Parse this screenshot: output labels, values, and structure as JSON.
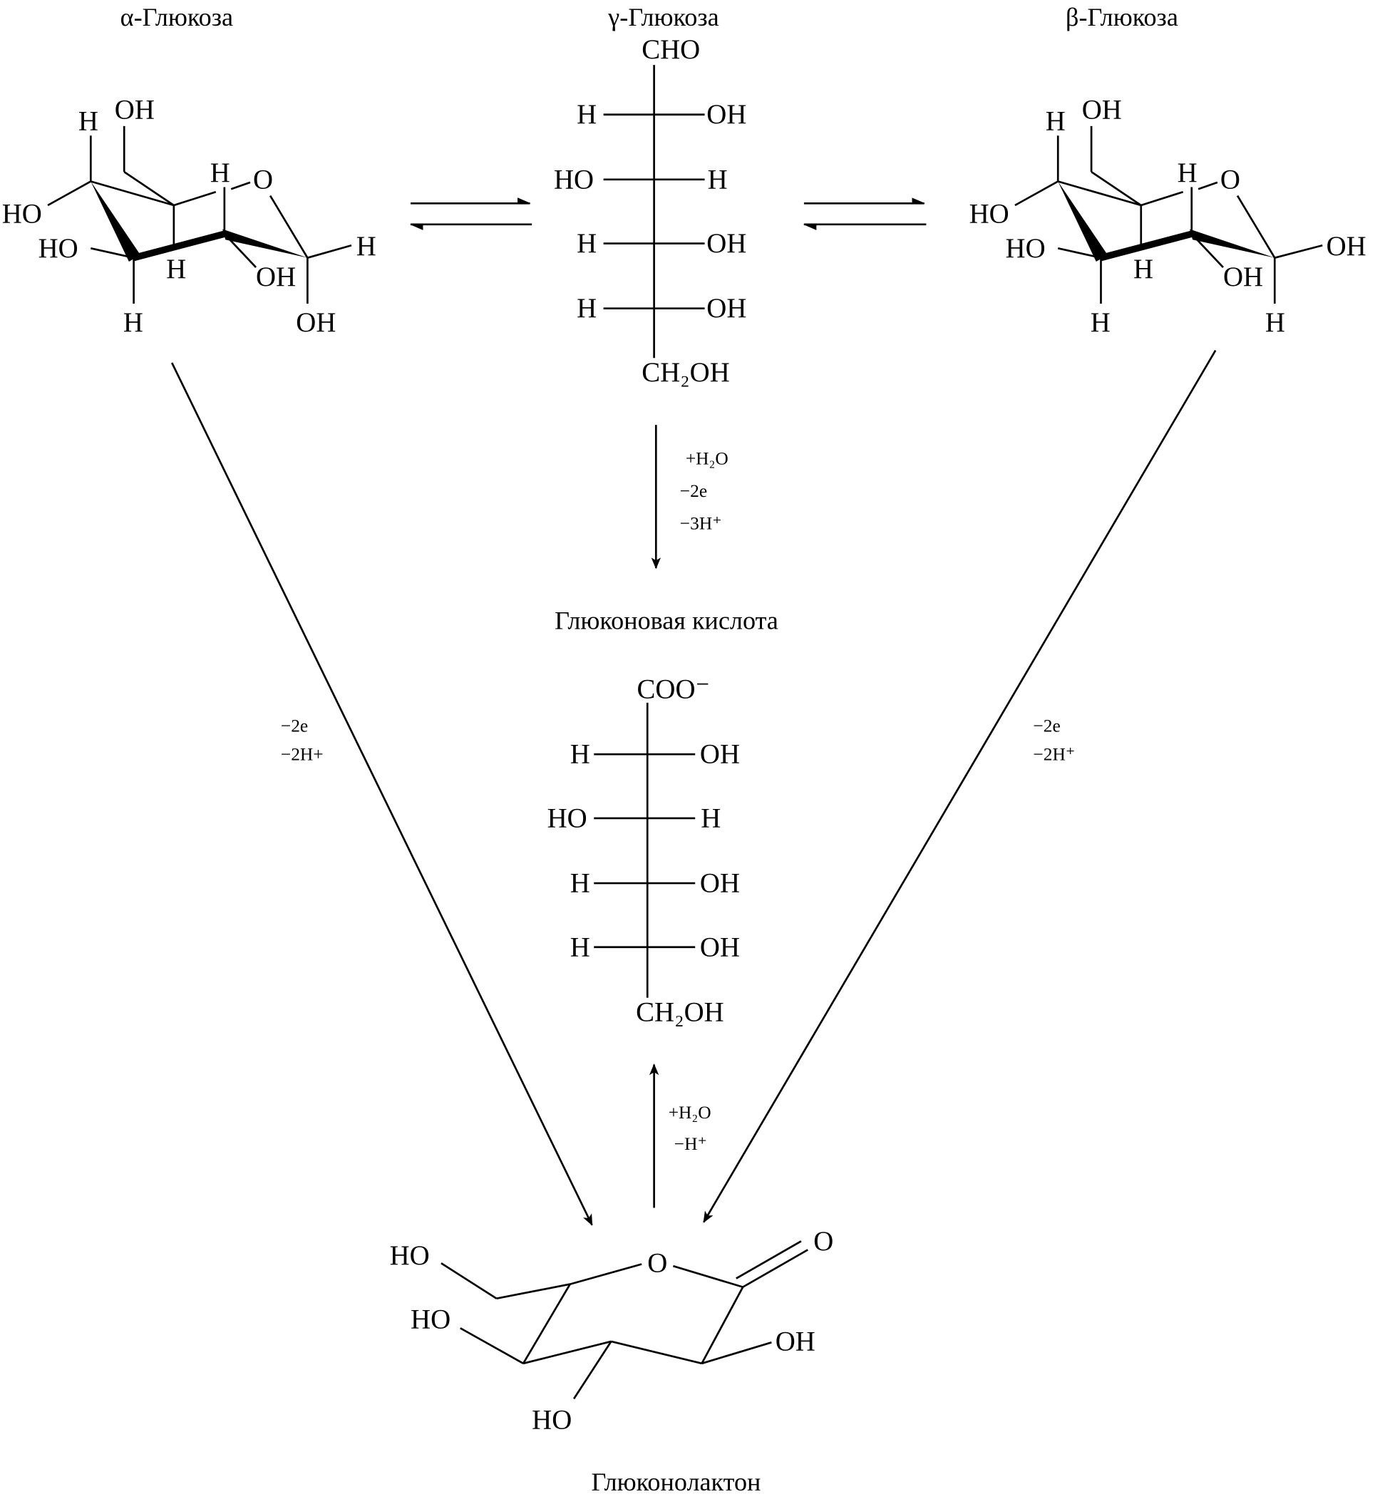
{
  "titles": {
    "alpha": "α-Глюкоза",
    "gamma": "γ-Глюкоза",
    "beta": "β-Глюкоза",
    "gluconic": "Глюконовая кислота",
    "lactone": "Глюконолактон"
  },
  "alpha": {
    "h_top": "H",
    "oh_top": "OH",
    "ho_c4": "HO",
    "h_ring": "H",
    "o_ring": "O",
    "ho_c3": "HO",
    "h_c5": "H",
    "oh_c2": "OH",
    "c1_right": "H",
    "h_c3": "H",
    "c1_down": "OH"
  },
  "beta": {
    "h_top": "H",
    "oh_top": "OH",
    "ho_c4": "HO",
    "h_ring": "H",
    "o_ring": "O",
    "ho_c3": "HO",
    "h_c5": "H",
    "oh_c2": "OH",
    "c1_right": "OH",
    "h_c3": "H",
    "c1_down": "H"
  },
  "gamma": {
    "top": "CHO",
    "rows": [
      [
        "H",
        "OH"
      ],
      [
        "HO",
        "H"
      ],
      [
        "H",
        "OH"
      ],
      [
        "H",
        "OH"
      ]
    ],
    "bottom": "CH₂OH"
  },
  "gluconic": {
    "top": "COO⁻",
    "rows": [
      [
        "H",
        "OH"
      ],
      [
        "HO",
        "H"
      ],
      [
        "H",
        "OH"
      ],
      [
        "H",
        "OH"
      ]
    ],
    "bottom": "CH₂OH"
  },
  "lactone": {
    "ring_o": "O",
    "carbonyl_o": "O",
    "ho_ch2": "HO",
    "ho_c4": "HO",
    "ho_c3": "HO",
    "oh_c2": "OH"
  },
  "conditions": {
    "to_gluconic": [
      "+H₂O",
      "−2e",
      "−3H⁺"
    ],
    "lactone_to_gluconic": [
      "+H₂O",
      "−H⁺"
    ],
    "alpha_to_lactone": [
      "−2e",
      "−2H+"
    ],
    "beta_to_lactone": [
      "−2e",
      "−2H⁺"
    ]
  }
}
